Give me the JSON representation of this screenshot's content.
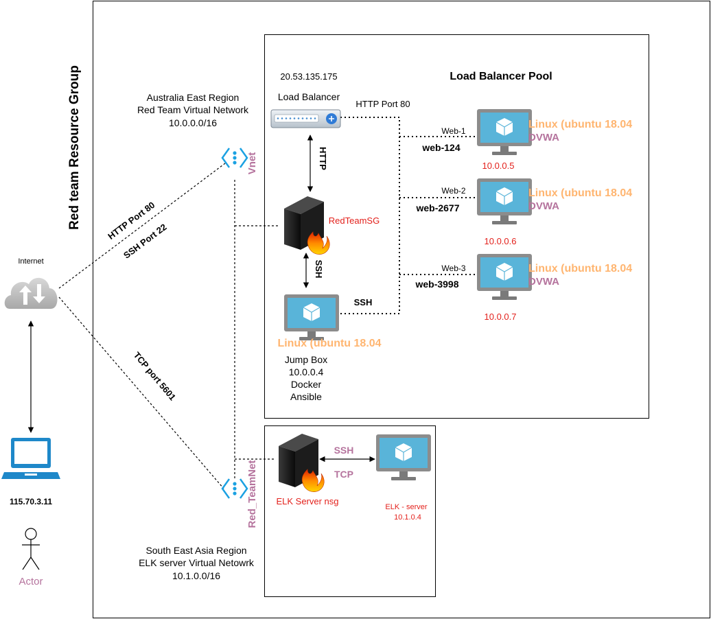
{
  "resource_group": {
    "title": "Red team Resource Group"
  },
  "internet": {
    "label": "Internet"
  },
  "actor": {
    "ip": "115.70.3.11",
    "label": "Actor"
  },
  "region_au": {
    "line1": "Australia East Region",
    "line2": "Red Team Virtual Network",
    "line3": "10.0.0.0/16"
  },
  "region_sea": {
    "line1": "South East Asia Region",
    "line2": "ELK server Virtual Netowrk",
    "line3": "10.1.0.0/16"
  },
  "pool": {
    "title": "Load Balancer Pool"
  },
  "load_balancer": {
    "ip": "20.53.135.175",
    "label": "Load Balancer",
    "http_port": "HTTP Port 80"
  },
  "vnet": {
    "label": "Vnet"
  },
  "red_teamnet": {
    "label": "Red_TeamNet"
  },
  "nsg": {
    "label": "RedTeamSG"
  },
  "links": {
    "http_port": "HTTP Port 80",
    "ssh_port": "SSH Port 22",
    "tcp_port": "TCP port 5601",
    "http": "HTTP",
    "ssh_vertical": "SSH",
    "ssh_jump": "SSH",
    "elk_ssh": "SSH",
    "elk_tcp": "TCP"
  },
  "jumpbox": {
    "os": "Linux (ubuntu 18.04",
    "line1": "Jump Box",
    "line2": "10.0.0.4",
    "line3": "Docker",
    "line4": "Ansible"
  },
  "webs": [
    {
      "conn": "Web-1",
      "name": "web-124",
      "os": "Linux (ubuntu 18.04",
      "app": "DVWA",
      "ip": "10.0.0.5"
    },
    {
      "conn": "Web-2",
      "name": "web-2677",
      "os": "Linux (ubuntu 18.04",
      "app": "DVWA",
      "ip": "10.0.0.6"
    },
    {
      "conn": "Web-3",
      "name": "web-3998",
      "os": "Linux (ubuntu 18.04",
      "app": "DVWA",
      "ip": "10.0.0.7"
    }
  ],
  "elk": {
    "nsg_label": "ELK Server nsg",
    "server_label": "ELK - server",
    "server_ip": "10.1.0.4"
  },
  "colors": {
    "orange": "#FFB570",
    "purple": "#B5739D",
    "red": "#E3201B",
    "azure_blue": "#59B4D9",
    "monitor_gray": "#8C8C8C"
  }
}
